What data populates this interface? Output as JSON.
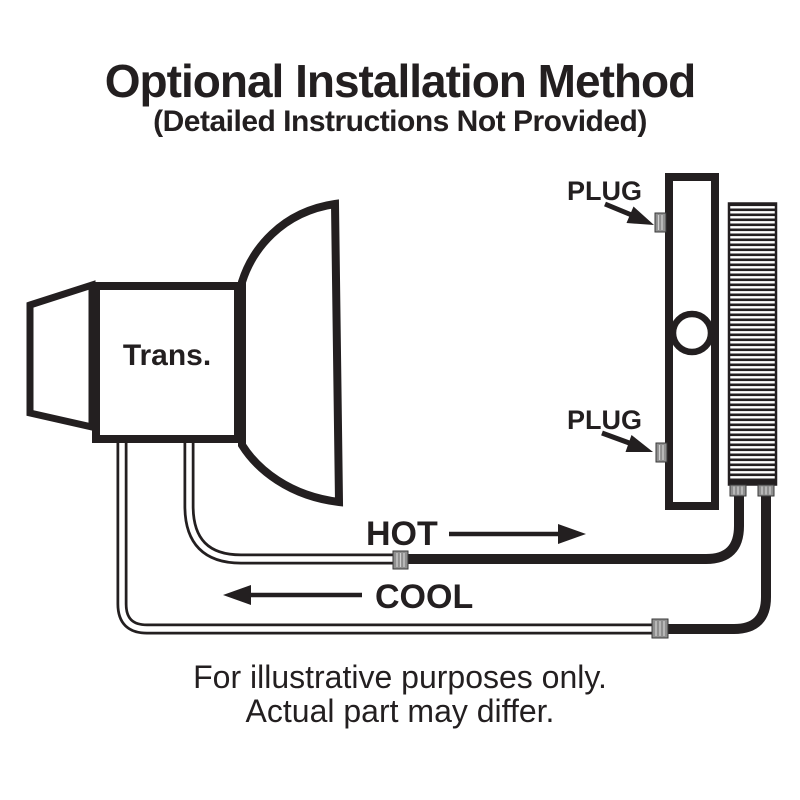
{
  "title": "Optional Installation Method",
  "subtitle": "(Detailed Instructions Not Provided)",
  "diagram": {
    "transmission_label": "Trans.",
    "plug_top_label": "PLUG",
    "plug_bottom_label": "PLUG",
    "hot_label": "HOT",
    "cool_label": "COOL"
  },
  "footer": {
    "line1": "For illustrative purposes only.",
    "line2": "Actual part may differ."
  },
  "colors": {
    "ink": "#231f20",
    "background": "#ffffff",
    "fitting_gray": "#8f8f8f"
  }
}
